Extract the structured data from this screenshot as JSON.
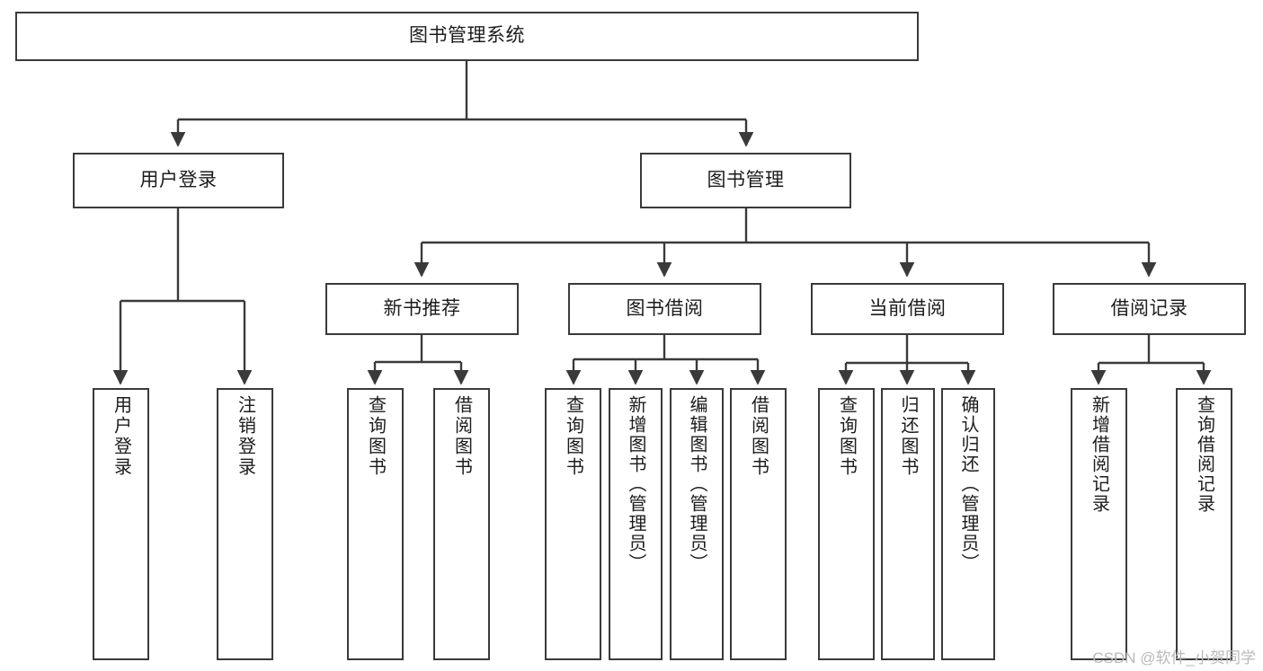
{
  "diagram": {
    "title": "图书管理系统",
    "type": "tree-hierarchy",
    "colors": {
      "box_border": "#3a3a3a",
      "box_fill": "#ffffff",
      "edge": "#3a3a3a",
      "text": "#1c1c1c",
      "watermark": "#b9b9b9",
      "background": "#ffffff"
    },
    "watermark": "CSDN @软件_小贺同学",
    "nodes": {
      "root": {
        "label": "图书管理系统"
      },
      "level2": [
        {
          "id": "user-login",
          "label": "用户登录"
        },
        {
          "id": "book-manage",
          "label": "图书管理"
        }
      ],
      "level3": [
        {
          "id": "new-book-recommend",
          "label": "新书推荐"
        },
        {
          "id": "book-borrow",
          "label": "图书借阅"
        },
        {
          "id": "current-borrow",
          "label": "当前借阅"
        },
        {
          "id": "borrow-record",
          "label": "借阅记录"
        }
      ],
      "leaves": {
        "user-login": [
          {
            "id": "leaf-user-login",
            "label": "用户登录"
          },
          {
            "id": "leaf-user-logout",
            "label": "注销登录"
          }
        ],
        "new-book-recommend": [
          {
            "id": "leaf-query-book-1",
            "label": "查询图书"
          },
          {
            "id": "leaf-borrow-book-1",
            "label": "借阅图书"
          }
        ],
        "book-borrow": [
          {
            "id": "leaf-query-book-2",
            "label": "查询图书"
          },
          {
            "id": "leaf-add-book",
            "label": "新增图书（管理员）"
          },
          {
            "id": "leaf-edit-book",
            "label": "编辑图书（管理员）"
          },
          {
            "id": "leaf-borrow-book-2",
            "label": "借阅图书"
          }
        ],
        "current-borrow": [
          {
            "id": "leaf-query-book-3",
            "label": "查询图书"
          },
          {
            "id": "leaf-return-book",
            "label": "归还图书"
          },
          {
            "id": "leaf-confirm-return",
            "label": "确认归还（管理员）"
          }
        ],
        "borrow-record": [
          {
            "id": "leaf-add-record",
            "label": "新增借阅记录"
          },
          {
            "id": "leaf-query-record",
            "label": "查询借阅记录"
          }
        ]
      }
    }
  }
}
